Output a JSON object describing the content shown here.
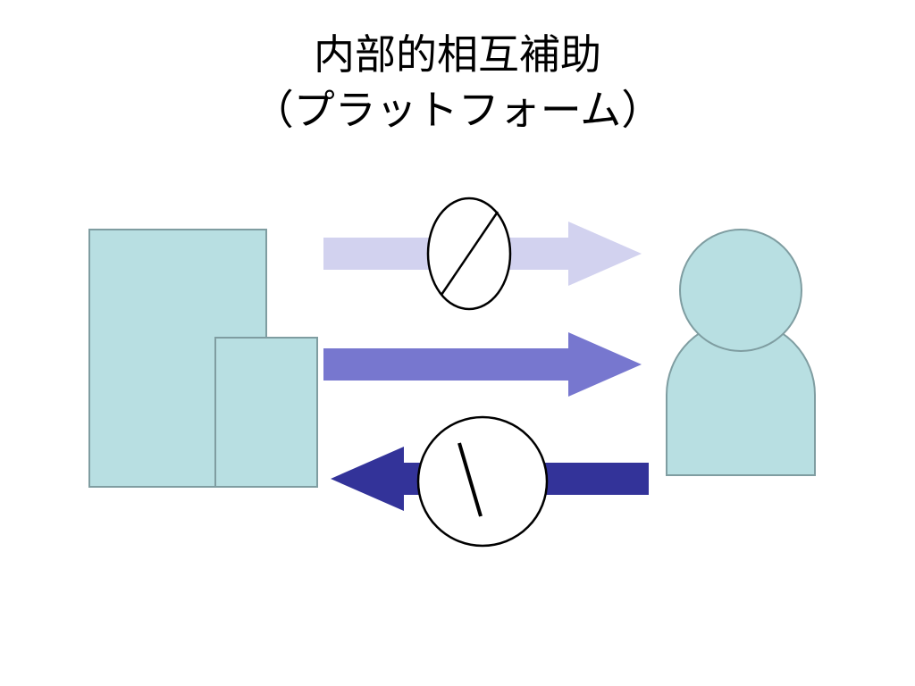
{
  "slide": {
    "title_line1": "内部的相互補助",
    "title_line2": "（プラットフォーム）"
  },
  "colors": {
    "shape_fill": "#b8dfe2",
    "shape_stroke": "#7f9da1",
    "arrow_top": "#d2d2ef",
    "arrow_middle": "#7777cf",
    "arrow_bottom": "#333399",
    "sign_fill": "#ffffff",
    "sign_stroke": "#000000"
  },
  "diagram": {
    "nodes": [
      {
        "id": "platform-large-block",
        "shape": "rectangle"
      },
      {
        "id": "platform-small-block",
        "shape": "rectangle"
      },
      {
        "id": "user",
        "shape": "person"
      }
    ],
    "arrows": [
      {
        "id": "top",
        "direction": "right",
        "color_key": "arrow_top",
        "sign": "slash-oval"
      },
      {
        "id": "middle",
        "direction": "right",
        "color_key": "arrow_middle",
        "sign": "none"
      },
      {
        "id": "bottom",
        "direction": "left",
        "color_key": "arrow_bottom",
        "sign": "backslash-circle"
      }
    ]
  }
}
